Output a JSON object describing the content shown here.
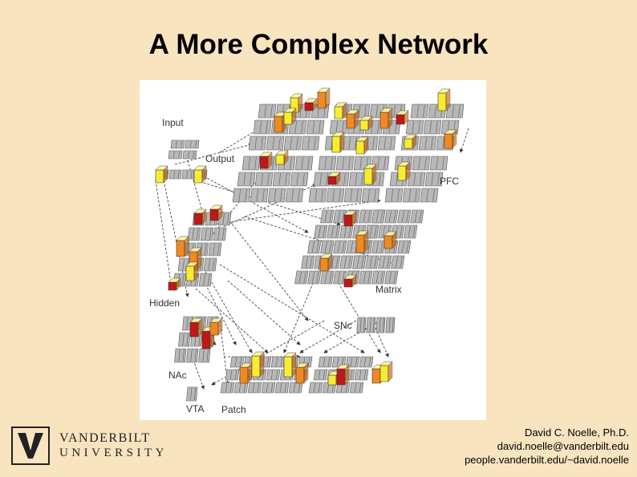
{
  "slide": {
    "title": "A More Complex Network"
  },
  "figure": {
    "labels": {
      "input": "Input",
      "output": "Output",
      "pfc": "PFC",
      "hidden": "Hidden",
      "matrix": "Matrix",
      "snc": "SNc",
      "nac": "NAc",
      "vta": "VTA",
      "patch": "Patch"
    }
  },
  "branding": {
    "line1": "VANDERBILT",
    "line2": "UNIVERSITY"
  },
  "contact": {
    "name": "David C. Noelle, Ph.D.",
    "email": "david.noelle@vanderbilt.edu",
    "web": "people.vanderbilt.edu/~david.noelle"
  }
}
